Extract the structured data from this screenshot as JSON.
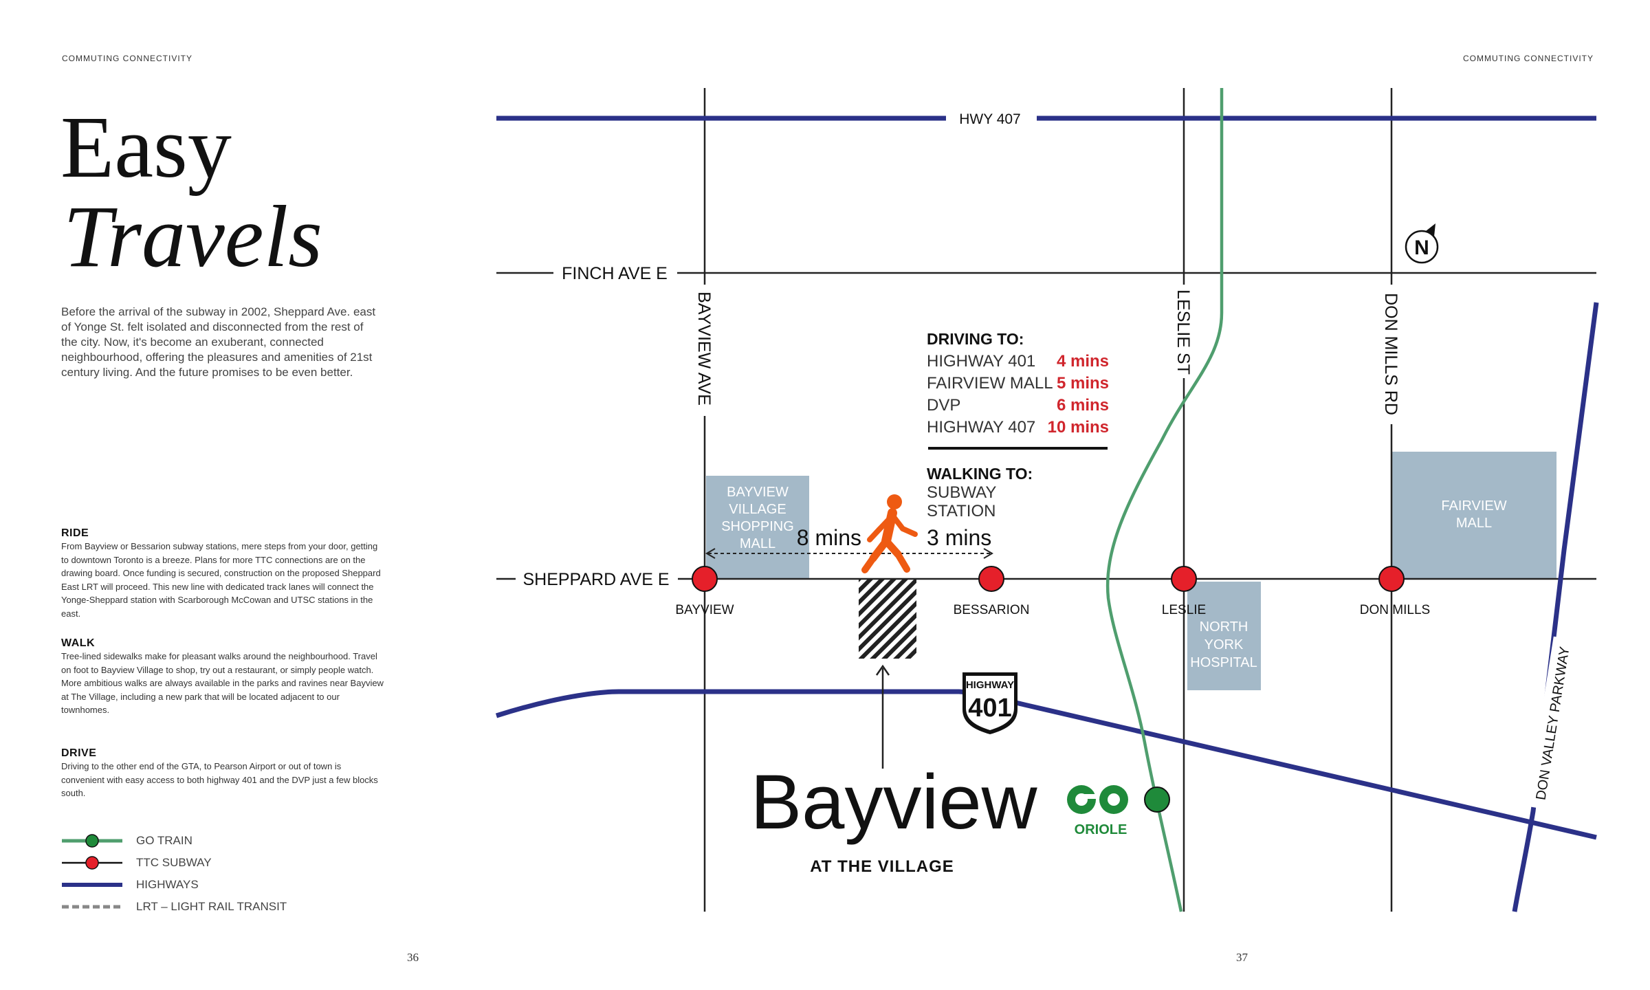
{
  "header": {
    "left": "COMMUTING CONNECTIVITY",
    "right": "COMMUTING CONNECTIVITY"
  },
  "title": {
    "line1": "Easy",
    "line2": "Travels"
  },
  "intro": "Before the arrival of the subway in 2002, Sheppard Ave. east of Yonge St. felt isolated and disconnected from the rest of the city. Now, it's become an exuberant, connected neighbourhood, offering the pleasures and amenities of 21st century living. And the future promises to be even better.",
  "sections": [
    {
      "heading": "RIDE",
      "body": "From Bayview or Bessarion subway stations, mere steps from your door, getting to downtown Toronto is a breeze. Plans for more TTC connections are on the drawing board. Once funding is secured, construction on the proposed Sheppard East LRT will proceed. This new line with dedicated track lanes will connect the Yonge-Sheppard station with Scarborough McCowan and UTSC stations in the east."
    },
    {
      "heading": "WALK",
      "body": "Tree-lined sidewalks make for pleasant walks around the neighbourhood. Travel on foot to Bayview Village to shop, try out a restaurant, or simply people watch. More ambitious walks are always available in the parks and ravines near Bayview at The Village, including a new park that will be located adjacent to our townhomes."
    },
    {
      "heading": "DRIVE",
      "body": "Driving to the other end of the GTA, to Pearson Airport or out of town is convenient with easy access to both highway 401 and the DVP just a few blocks south."
    }
  ],
  "legend": [
    {
      "label": "GO TRAIN",
      "kind": "go"
    },
    {
      "label": "TTC SUBWAY",
      "kind": "ttc"
    },
    {
      "label": "HIGHWAYS",
      "kind": "hwy"
    },
    {
      "label": "LRT – LIGHT RAIL TRANSIT",
      "kind": "lrt"
    }
  ],
  "colors": {
    "highway": "#2b3188",
    "go": "#4f9e6e",
    "ttc": "#e5202a",
    "orange": "#ee5a12",
    "block": "#a4b9c8",
    "red_text": "#d0262d",
    "go_logo": "#1f8a3a"
  },
  "map": {
    "roads": {
      "hwy407": "HWY 407",
      "finch": "FINCH AVE E",
      "sheppard": "SHEPPARD AVE E",
      "bayview": "BAYVIEW AVE",
      "leslie": "LESLIE ST",
      "donmills": "DON MILLS RD",
      "dvp": "DON VALLEY PARKWAY"
    },
    "stations": [
      "BAYVIEW",
      "BESSARION",
      "LESLIE",
      "DON MILLS"
    ],
    "blocks": {
      "bayview_village": [
        "BAYVIEW",
        "VILLAGE",
        "SHOPPING",
        "MALL"
      ],
      "fairview": [
        "FAIRVIEW",
        "MALL"
      ],
      "nyh": [
        "NORTH",
        "YORK",
        "HOSPITAL"
      ]
    },
    "driving": {
      "heading": "DRIVING TO:",
      "rows": [
        {
          "place": "HIGHWAY 401",
          "time": "4 mins"
        },
        {
          "place": "FAIRVIEW MALL",
          "time": "5 mins"
        },
        {
          "place": "DVP",
          "time": "6 mins"
        },
        {
          "place": "HIGHWAY 407",
          "time": "10 mins"
        }
      ]
    },
    "walking": {
      "heading": "WALKING TO:",
      "lines": [
        "SUBWAY",
        "STATION"
      ],
      "left_time": "8 mins",
      "right_time": "3 mins"
    },
    "shield": {
      "top": "HIGHWAY",
      "number": "401"
    },
    "north": "N",
    "brand": {
      "name": "Bayview",
      "sub": "AT THE VILLAGE"
    },
    "go_station": "ORIOLE"
  },
  "pages": {
    "left": "36",
    "right": "37"
  }
}
